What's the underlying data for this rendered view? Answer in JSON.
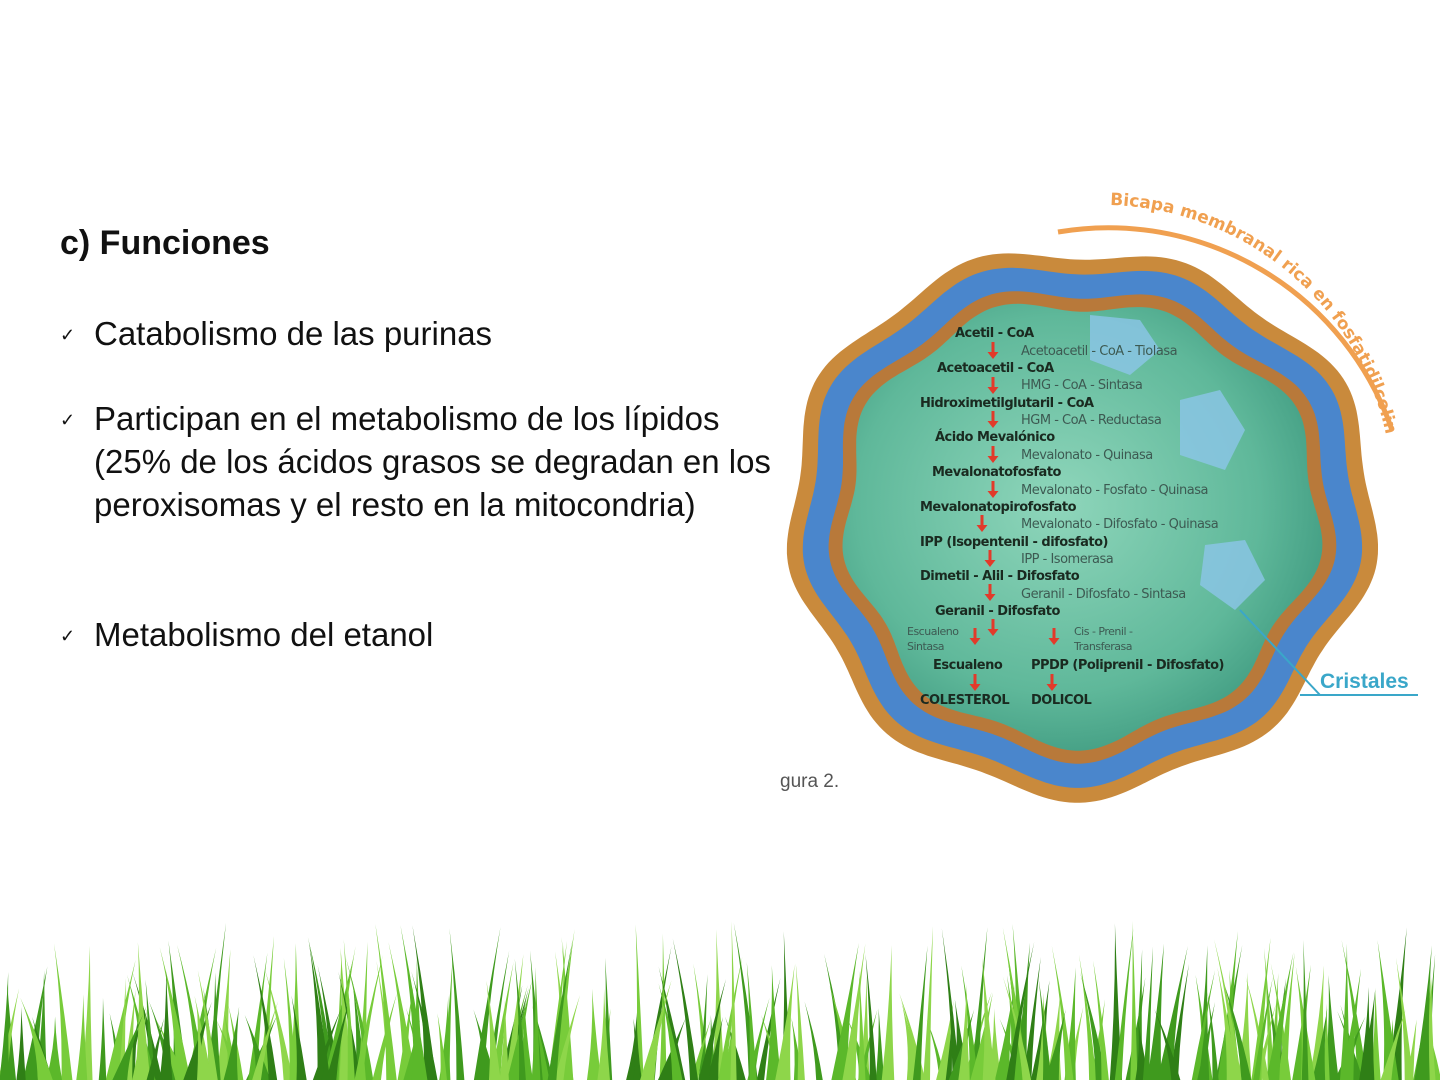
{
  "heading": "c) Funciones",
  "bullets": [
    {
      "icon": "checkmark-icon",
      "mark": "✓",
      "text": "Catabolismo de las purinas"
    },
    {
      "icon": "checkmark-icon",
      "mark": "✓",
      "text": "Participan en el metabolismo de los lípidos (25% de los ácidos grasos se degradan en los peroxisomas y el resto en la mitocondria)"
    },
    {
      "icon": "checkmark-icon",
      "mark": "✓",
      "text": "Metabolismo del etanol"
    }
  ],
  "figure": {
    "caption": "gura 2.",
    "membrane_label": "Bicapa membranal rica en fosfatidilcolina y fosfatidiletanolamina",
    "crystals_label": "Cristales",
    "colors": {
      "membrane_outer": "#c98a3c",
      "membrane_inner": "#3b7ec8",
      "matrix": "#6fc3a6",
      "arrow": "#e23a2a",
      "label_accent": "#f0a050"
    },
    "metabolites": [
      "Acetil - CoA",
      "Acetoacetil - CoA",
      "Hidroximetilglutaril - CoA",
      "Ácido Mevalónico",
      "Mevalonatofosfato",
      "Mevalonatopirofosfato",
      "IPP (Isopentenil - difosfato)",
      "Dimetil - Alil - Difosfato",
      "Geranil - Difosfato",
      "Escualeno",
      "PPDP (Poliprenil - Difosfato)",
      "COLESTEROL",
      "DOLICOL"
    ],
    "enzymes": [
      "Acetoacetil - CoA - Tiolasa",
      "HMG - CoA - Sintasa",
      "HGM - CoA - Reductasa",
      "Mevalonato - Quinasa",
      "Mevalonato - Fosfato - Quinasa",
      "Mevalonato - Difosfato - Quinasa",
      "IPP - Isomerasa",
      "Geranil - Difosfato - Sintasa",
      "Escualeno Sintasa",
      "Cis - Prenil - Transferasa"
    ]
  }
}
